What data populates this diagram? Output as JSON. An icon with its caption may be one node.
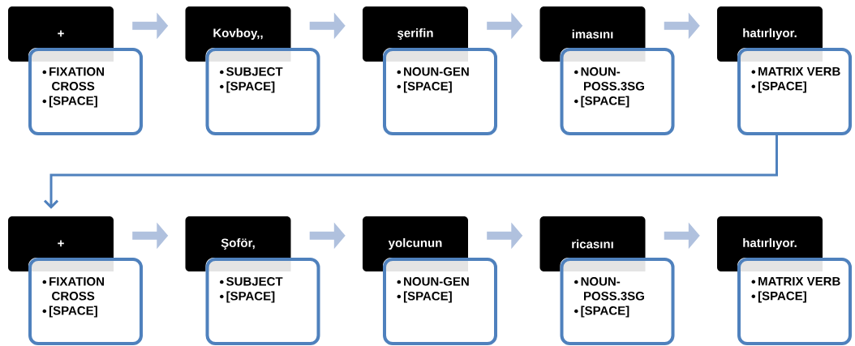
{
  "diagram": {
    "nodes": [
      {
        "text": [
          "+"
        ]
      },
      {
        "text": [
          "FIXATION CROSS",
          "[SPACE]"
        ]
      },
      {
        "text": [
          "Kovboy,,"
        ]
      },
      {
        "text": [
          "SUBJECT",
          "[SPACE]"
        ]
      },
      {
        "text": [
          "şerifin"
        ]
      },
      {
        "text": [
          "NOUN-GEN",
          "[SPACE]"
        ]
      },
      {
        "text": [
          "imasını"
        ]
      },
      {
        "text": [
          "NOUN-POSS.3SG",
          "[SPACE]"
        ]
      },
      {
        "text": [
          "hatırlıyor."
        ]
      },
      {
        "text": [
          "MATRIX VERB",
          "[SPACE]"
        ]
      },
      {
        "text": [
          "+"
        ]
      },
      {
        "text": [
          "FIXATION CROSS",
          "[SPACE]"
        ]
      },
      {
        "text": [
          "Şoför,"
        ]
      },
      {
        "text": [
          "SUBJECT",
          "[SPACE]"
        ]
      },
      {
        "text": [
          "yolcunun"
        ]
      },
      {
        "text": [
          "NOUN-GEN",
          "[SPACE]"
        ]
      },
      {
        "text": [
          "ricasını"
        ]
      },
      {
        "text": [
          "NOUN-POSS.3SG",
          "[SPACE]"
        ]
      },
      {
        "text": [
          "hatırlıyor."
        ]
      },
      {
        "text": [
          "MATRIX VERB",
          "[SPACE]"
        ]
      }
    ],
    "edges": [
      {
        "from": 0,
        "to": 2,
        "arrow": "to",
        "color": "#b0c1de"
      },
      {
        "from": 2,
        "to": 4,
        "arrow": "to",
        "color": "#b0c1de"
      },
      {
        "from": 4,
        "to": 6,
        "arrow": "to",
        "color": "#b0c1de"
      },
      {
        "from": 6,
        "to": 8,
        "arrow": "to",
        "color": "#b0c1de"
      },
      {
        "from": 9,
        "to": 10,
        "arrow": "to",
        "color": "#4f81bd"
      },
      {
        "from": 10,
        "to": 12,
        "arrow": "to",
        "color": "#b0c1de"
      },
      {
        "from": 12,
        "to": 14,
        "arrow": "to",
        "color": "#b0c1de"
      },
      {
        "from": 14,
        "to": 16,
        "arrow": "to",
        "color": "#b0c1de"
      },
      {
        "from": 16,
        "to": 18,
        "arrow": "to",
        "color": "#b0c1de"
      }
    ]
  }
}
